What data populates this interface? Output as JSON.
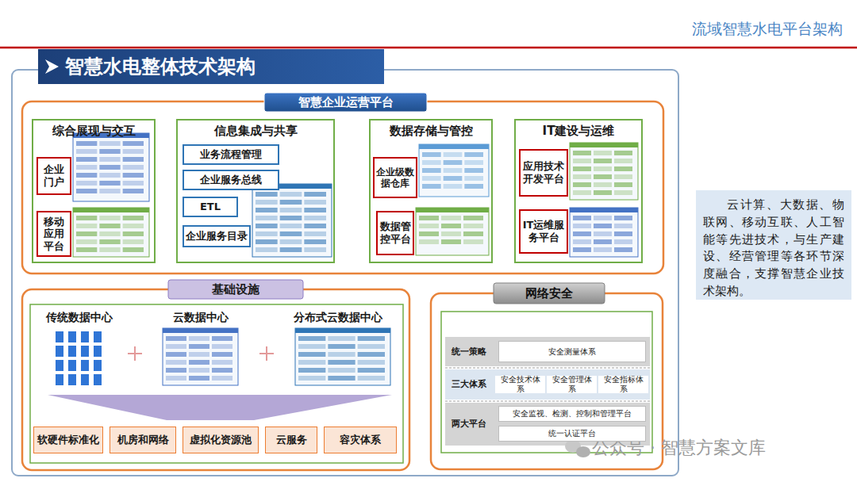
{
  "diagram": {
    "title": "流域智慧水电平台架构",
    "nodes": [
      {
        "text": [
          "智慧水电整体技术架构"
        ]
      },
      {
        "text": [
          "智慧企业运营平台"
        ],
        "in": 0
      },
      {
        "text": [
          "综合展现与交互"
        ],
        "in": 1
      },
      {
        "text": [
          "企业门户"
        ],
        "in": 2
      },
      {
        "text": [
          "移动应用平台"
        ],
        "in": 2
      },
      {
        "text": [
          "信息集成与共享"
        ],
        "in": 1
      },
      {
        "text": [
          "业务流程管理"
        ],
        "in": 5
      },
      {
        "text": [
          "企业服务总线"
        ],
        "in": 5
      },
      {
        "text": [
          "ETL"
        ],
        "in": 5
      },
      {
        "text": [
          "企业服务目录"
        ],
        "in": 5
      },
      {
        "text": [
          "数据存储与管控"
        ],
        "in": 1
      },
      {
        "text": [
          "企业级数据仓库"
        ],
        "in": 10
      },
      {
        "text": [
          "数据管控平台"
        ],
        "in": 10
      },
      {
        "text": [
          "IT建设与运维"
        ],
        "in": 1
      },
      {
        "text": [
          "应用技术开发平台"
        ],
        "in": 13
      },
      {
        "text": [
          "IT运维服务平台"
        ],
        "in": 13
      },
      {
        "text": [
          "基础设施"
        ],
        "in": 0
      },
      {
        "text": [
          "传统数据中心"
        ],
        "in": 16
      },
      {
        "text": [
          "云数据中心"
        ],
        "in": 16
      },
      {
        "text": [
          "分布式云数据中心"
        ],
        "in": 16
      },
      {
        "text": [
          "软硬件标准化"
        ],
        "in": 16
      },
      {
        "text": [
          "机房和网络"
        ],
        "in": 16
      },
      {
        "text": [
          "虚拟化资源池"
        ],
        "in": 16
      },
      {
        "text": [
          "云服务"
        ],
        "in": 16
      },
      {
        "text": [
          "容灾体系"
        ],
        "in": 16
      },
      {
        "text": [
          "网络安全"
        ],
        "in": 0
      },
      {
        "text": [
          "统一策略"
        ],
        "in": 25
      },
      {
        "text": [
          "安全测量体系"
        ],
        "in": 25
      },
      {
        "text": [
          "三大体系"
        ],
        "in": 25
      },
      {
        "text": [
          "安全技术体系"
        ],
        "in": 25
      },
      {
        "text": [
          "安全管理体系"
        ],
        "in": 25
      },
      {
        "text": [
          "安全指标体系"
        ],
        "in": 25
      },
      {
        "text": [
          "两大平台"
        ],
        "in": 25
      },
      {
        "text": [
          "安全监视、检测、控制和管理平台"
        ],
        "in": 25
      },
      {
        "text": [
          "统一认证平台"
        ],
        "in": 25
      },
      {
        "text": [
          "云计算、大数据、物联网、移动互联、人工智能等先进技术，与生产建设、经营管理等各环节深度融合，支撑智慧企业技术架构。"
        ]
      }
    ],
    "labels": [
      "公众号 · 智慧方案文库"
    ]
  }
}
